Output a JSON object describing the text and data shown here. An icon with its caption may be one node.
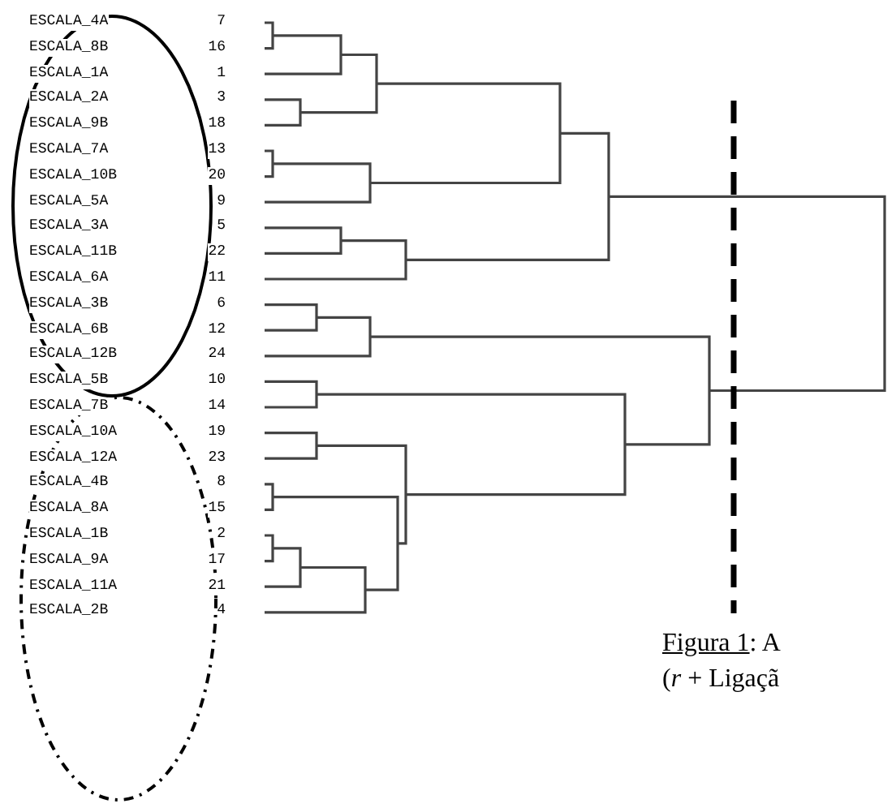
{
  "diagram": {
    "labels": [
      "ESCALA_4A",
      "7",
      "ESCALA_8B",
      "16",
      "ESCALA_1A",
      "1",
      "ESCALA_2A",
      "3",
      "ESCALA_9B",
      "18",
      "ESCALA_7A",
      "13",
      "ESCALA_10B",
      "20",
      "ESCALA_5A",
      "9",
      "ESCALA_3A",
      "5",
      "ESCALA_11B",
      "22",
      "ESCALA_6A",
      "11",
      "ESCALA_3B",
      "6",
      "ESCALA_6B",
      "12",
      "ESCALA_12B",
      "24",
      "ESCALA_5B",
      "10",
      "ESCALA_7B",
      "14",
      "ESCALA_10A",
      "19",
      "ESCALA_12A",
      "23",
      "ESCALA_4B",
      "8",
      "ESCALA_8A",
      "15",
      "ESCALA_1B",
      "2",
      "ESCALA_9A",
      "17",
      "ESCALA_11A",
      "21",
      "ESCALA_2B",
      "4",
      "Figura 1",
      ": A",
      "(*r* + Ligaçã"
    ]
  }
}
